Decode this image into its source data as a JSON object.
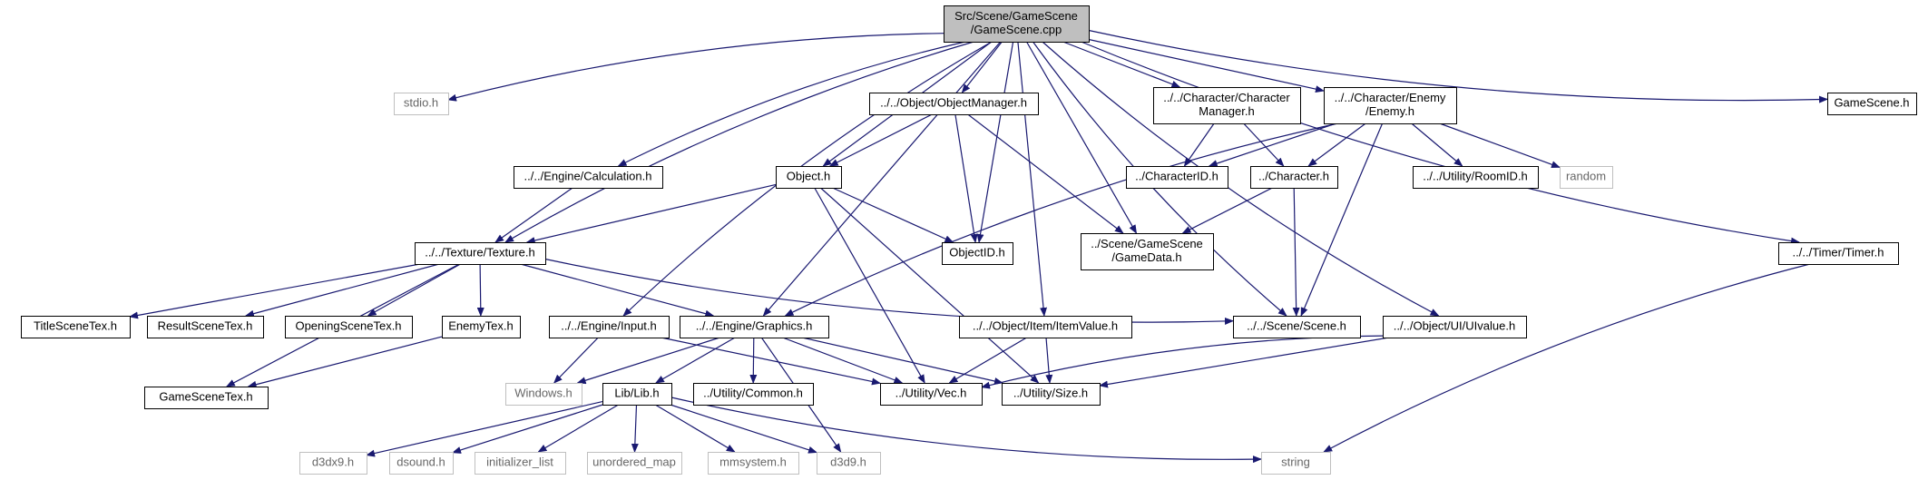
{
  "graph": {
    "colors": {
      "edge": "#191970",
      "node_border": "#000000",
      "external_border": "#bfbfbf",
      "root_fill": "#bfbfbf",
      "node_fill": "#ffffff",
      "text": "#000000",
      "external_text": "#666666"
    },
    "nodes": [
      {
        "id": "root",
        "lines": [
          "Src/Scene/GameScene",
          "/GameScene.cpp"
        ],
        "kind": "root"
      },
      {
        "id": "stdio",
        "lines": [
          "stdio.h"
        ],
        "kind": "external"
      },
      {
        "id": "objmgr",
        "lines": [
          "../../Object/ObjectManager.h"
        ],
        "kind": "normal"
      },
      {
        "id": "charmgr",
        "lines": [
          "../../Character/Character",
          "Manager.h"
        ],
        "kind": "normal"
      },
      {
        "id": "enemy",
        "lines": [
          "../../Character/Enemy",
          "/Enemy.h"
        ],
        "kind": "normal"
      },
      {
        "id": "gamescene_h",
        "lines": [
          "GameScene.h"
        ],
        "kind": "normal"
      },
      {
        "id": "calc",
        "lines": [
          "../../Engine/Calculation.h"
        ],
        "kind": "normal"
      },
      {
        "id": "object",
        "lines": [
          "Object.h"
        ],
        "kind": "normal"
      },
      {
        "id": "charid",
        "lines": [
          "../CharacterID.h"
        ],
        "kind": "normal"
      },
      {
        "id": "character",
        "lines": [
          "../Character.h"
        ],
        "kind": "normal"
      },
      {
        "id": "roomid",
        "lines": [
          "../../Utility/RoomID.h"
        ],
        "kind": "normal"
      },
      {
        "id": "random",
        "lines": [
          "random"
        ],
        "kind": "external"
      },
      {
        "id": "texture",
        "lines": [
          "../../Texture/Texture.h"
        ],
        "kind": "normal"
      },
      {
        "id": "objectid",
        "lines": [
          "ObjectID.h"
        ],
        "kind": "normal"
      },
      {
        "id": "gamedata",
        "lines": [
          "../Scene/GameScene",
          "/GameData.h"
        ],
        "kind": "normal"
      },
      {
        "id": "timer",
        "lines": [
          "../../Timer/Timer.h"
        ],
        "kind": "normal"
      },
      {
        "id": "titletex",
        "lines": [
          "TitleSceneTex.h"
        ],
        "kind": "normal"
      },
      {
        "id": "resulttex",
        "lines": [
          "ResultSceneTex.h"
        ],
        "kind": "normal"
      },
      {
        "id": "openingtex",
        "lines": [
          "OpeningSceneTex.h"
        ],
        "kind": "normal"
      },
      {
        "id": "enemytex",
        "lines": [
          "EnemyTex.h"
        ],
        "kind": "normal"
      },
      {
        "id": "input",
        "lines": [
          "../../Engine/Input.h"
        ],
        "kind": "normal"
      },
      {
        "id": "graphics",
        "lines": [
          "../../Engine/Graphics.h"
        ],
        "kind": "normal"
      },
      {
        "id": "itemvalue",
        "lines": [
          "../../Object/Item/ItemValue.h"
        ],
        "kind": "normal"
      },
      {
        "id": "scene",
        "lines": [
          "../../Scene/Scene.h"
        ],
        "kind": "normal"
      },
      {
        "id": "uivalue",
        "lines": [
          "../../Object/UI/UIvalue.h"
        ],
        "kind": "normal"
      },
      {
        "id": "gamescenetex",
        "lines": [
          "GameSceneTex.h"
        ],
        "kind": "normal"
      },
      {
        "id": "windows",
        "lines": [
          "Windows.h"
        ],
        "kind": "external"
      },
      {
        "id": "lib",
        "lines": [
          "Lib/Lib.h"
        ],
        "kind": "normal"
      },
      {
        "id": "common",
        "lines": [
          "../Utility/Common.h"
        ],
        "kind": "normal"
      },
      {
        "id": "vec",
        "lines": [
          "../Utility/Vec.h"
        ],
        "kind": "normal"
      },
      {
        "id": "size",
        "lines": [
          "../Utility/Size.h"
        ],
        "kind": "normal"
      },
      {
        "id": "d3dx9",
        "lines": [
          "d3dx9.h"
        ],
        "kind": "external"
      },
      {
        "id": "dsound",
        "lines": [
          "dsound.h"
        ],
        "kind": "external"
      },
      {
        "id": "initlist",
        "lines": [
          "initializer_list"
        ],
        "kind": "external"
      },
      {
        "id": "unordmap",
        "lines": [
          "unordered_map"
        ],
        "kind": "external"
      },
      {
        "id": "mmsystem",
        "lines": [
          "mmsystem.h"
        ],
        "kind": "external"
      },
      {
        "id": "d3d9",
        "lines": [
          "d3d9.h"
        ],
        "kind": "external"
      },
      {
        "id": "string",
        "lines": [
          "string"
        ],
        "kind": "external"
      }
    ],
    "edges": [
      [
        "root",
        "stdio"
      ],
      [
        "root",
        "objmgr"
      ],
      [
        "root",
        "charmgr"
      ],
      [
        "root",
        "enemy"
      ],
      [
        "root",
        "gamescene_h"
      ],
      [
        "root",
        "calc"
      ],
      [
        "root",
        "object"
      ],
      [
        "root",
        "texture"
      ],
      [
        "root",
        "objectid"
      ],
      [
        "root",
        "gamedata"
      ],
      [
        "root",
        "timer"
      ],
      [
        "root",
        "input"
      ],
      [
        "root",
        "graphics"
      ],
      [
        "root",
        "itemvalue"
      ],
      [
        "root",
        "scene"
      ],
      [
        "root",
        "uivalue"
      ],
      [
        "objmgr",
        "object"
      ],
      [
        "objmgr",
        "objectid"
      ],
      [
        "objmgr",
        "gamedata"
      ],
      [
        "charmgr",
        "charid"
      ],
      [
        "charmgr",
        "character"
      ],
      [
        "enemy",
        "charid"
      ],
      [
        "enemy",
        "character"
      ],
      [
        "enemy",
        "roomid"
      ],
      [
        "enemy",
        "random"
      ],
      [
        "enemy",
        "graphics"
      ],
      [
        "enemy",
        "scene"
      ],
      [
        "calc",
        "texture"
      ],
      [
        "object",
        "texture"
      ],
      [
        "object",
        "objectid"
      ],
      [
        "object",
        "vec"
      ],
      [
        "object",
        "size"
      ],
      [
        "character",
        "gamedata"
      ],
      [
        "character",
        "scene"
      ],
      [
        "texture",
        "titletex"
      ],
      [
        "texture",
        "resulttex"
      ],
      [
        "texture",
        "openingtex"
      ],
      [
        "texture",
        "enemytex"
      ],
      [
        "texture",
        "gamescenetex"
      ],
      [
        "texture",
        "graphics"
      ],
      [
        "texture",
        "scene"
      ],
      [
        "enemytex",
        "gamescenetex"
      ],
      [
        "timer",
        "string"
      ],
      [
        "input",
        "windows"
      ],
      [
        "input",
        "vec"
      ],
      [
        "graphics",
        "windows"
      ],
      [
        "graphics",
        "lib"
      ],
      [
        "graphics",
        "common"
      ],
      [
        "graphics",
        "vec"
      ],
      [
        "graphics",
        "size"
      ],
      [
        "graphics",
        "d3d9"
      ],
      [
        "itemvalue",
        "vec"
      ],
      [
        "itemvalue",
        "size"
      ],
      [
        "uivalue",
        "vec"
      ],
      [
        "uivalue",
        "size"
      ],
      [
        "lib",
        "d3dx9"
      ],
      [
        "lib",
        "dsound"
      ],
      [
        "lib",
        "initlist"
      ],
      [
        "lib",
        "unordmap"
      ],
      [
        "lib",
        "mmsystem"
      ],
      [
        "lib",
        "d3d9"
      ],
      [
        "lib",
        "string"
      ]
    ]
  }
}
